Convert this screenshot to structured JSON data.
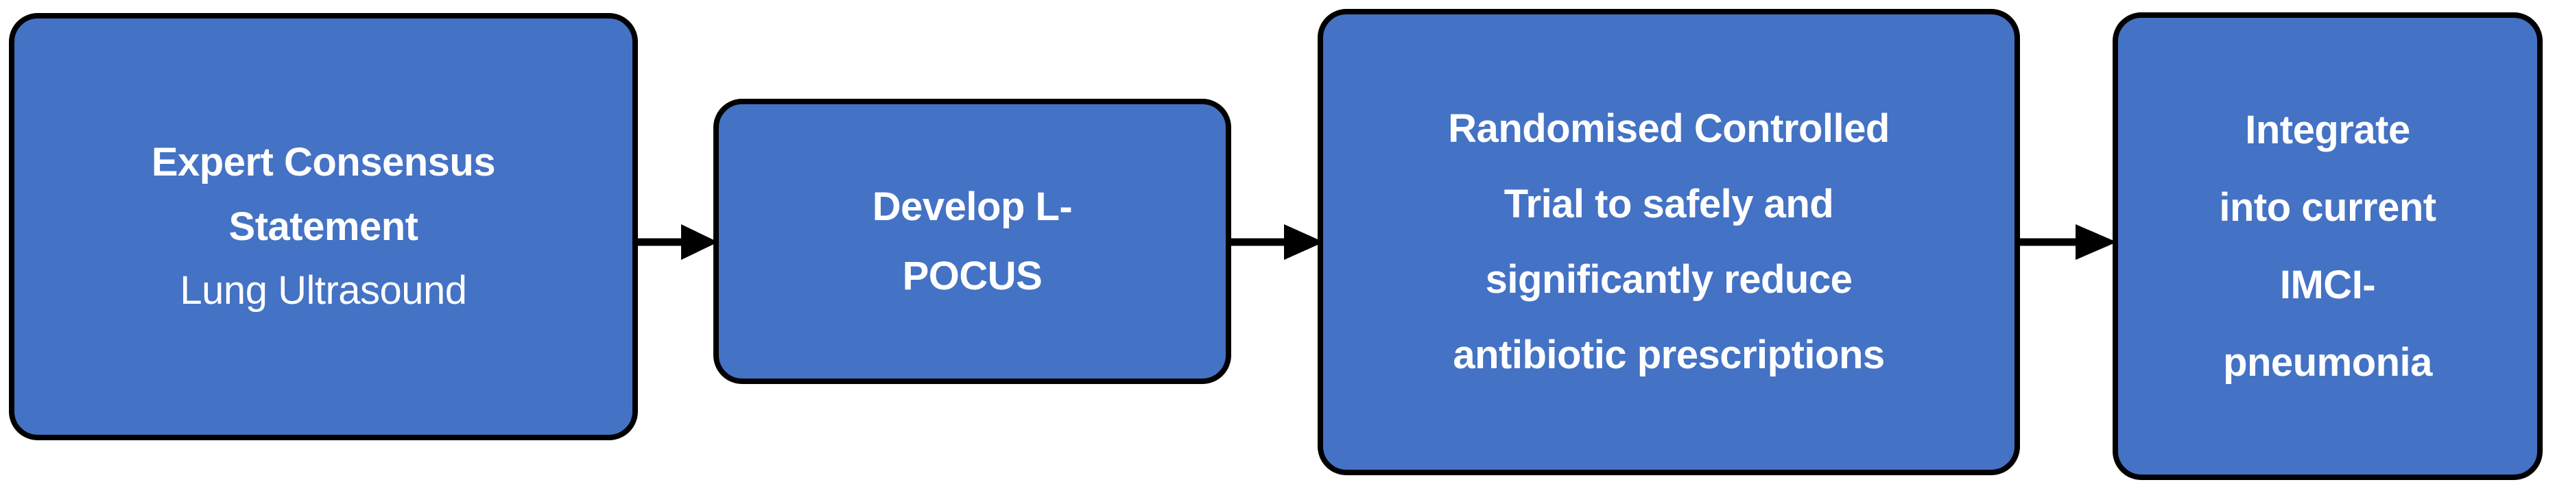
{
  "diagram": {
    "title": "L-POCUS pneumonia research pathway flowchart",
    "orientation": "left-to-right",
    "palette": {
      "node_fill": "#4472C4",
      "node_border": "#000000",
      "node_text": "#FFFFFF",
      "arrow": "#000000",
      "background": "#FFFFFF"
    },
    "nodes": [
      {
        "id": "expert-consensus-statement",
        "lines": [
          {
            "text": "Expert Consensus",
            "bold": true
          },
          {
            "text": "Statement",
            "bold": true
          },
          {
            "text": "Lung Ultrasound",
            "bold": false
          }
        ]
      },
      {
        "id": "develop-l-pocus",
        "lines": [
          {
            "text": "Develop L-",
            "bold": true
          },
          {
            "text": "POCUS",
            "bold": true
          }
        ]
      },
      {
        "id": "randomised-controlled-trial",
        "lines": [
          {
            "text": "Randomised Controlled",
            "bold": true
          },
          {
            "text": "Trial to safely and",
            "bold": true
          },
          {
            "text": "significantly reduce",
            "bold": true
          },
          {
            "text": "antibiotic prescriptions",
            "bold": true
          }
        ]
      },
      {
        "id": "integrate-into-imci",
        "lines": [
          {
            "text": "Integrate",
            "bold": true
          },
          {
            "text": "into current",
            "bold": true
          },
          {
            "text": "IMCI-",
            "bold": true
          },
          {
            "text": "pneumonia",
            "bold": true
          }
        ]
      }
    ],
    "connectors": [
      {
        "id": "arrow-1",
        "from": "expert-consensus-statement",
        "to": "develop-l-pocus",
        "glyph": "arrow-right-icon"
      },
      {
        "id": "arrow-2",
        "from": "develop-l-pocus",
        "to": "randomised-controlled-trial",
        "glyph": "arrow-right-icon"
      },
      {
        "id": "arrow-3",
        "from": "randomised-controlled-trial",
        "to": "integrate-into-imci",
        "glyph": "arrow-right-icon"
      }
    ]
  }
}
